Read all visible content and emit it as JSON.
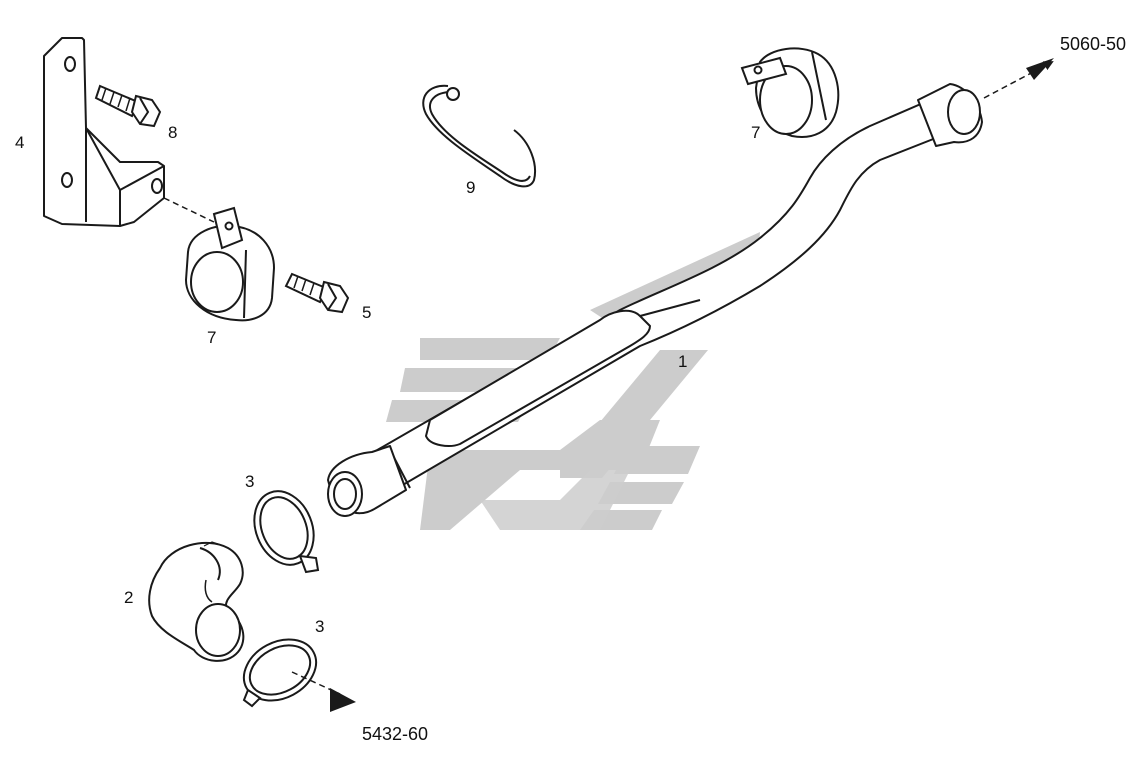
{
  "diagram": {
    "colors": {
      "line": "#1a1a1a",
      "part_fill": "#ffffff",
      "watermark": "#cccccc"
    },
    "labels": {
      "pipe": "1",
      "elbow_hose": "2",
      "hose_clamp_upper": "3",
      "hose_clamp_lower": "3",
      "bracket": "4",
      "bolt_lower": "5",
      "pipe_clamp_left": "7",
      "pipe_clamp_right": "7",
      "bolt_upper": "8",
      "spring_clip": "9"
    },
    "references": {
      "top": "5060-50",
      "bottom": "5432-60"
    },
    "watermark_logo": "brand-logo-watermark"
  }
}
